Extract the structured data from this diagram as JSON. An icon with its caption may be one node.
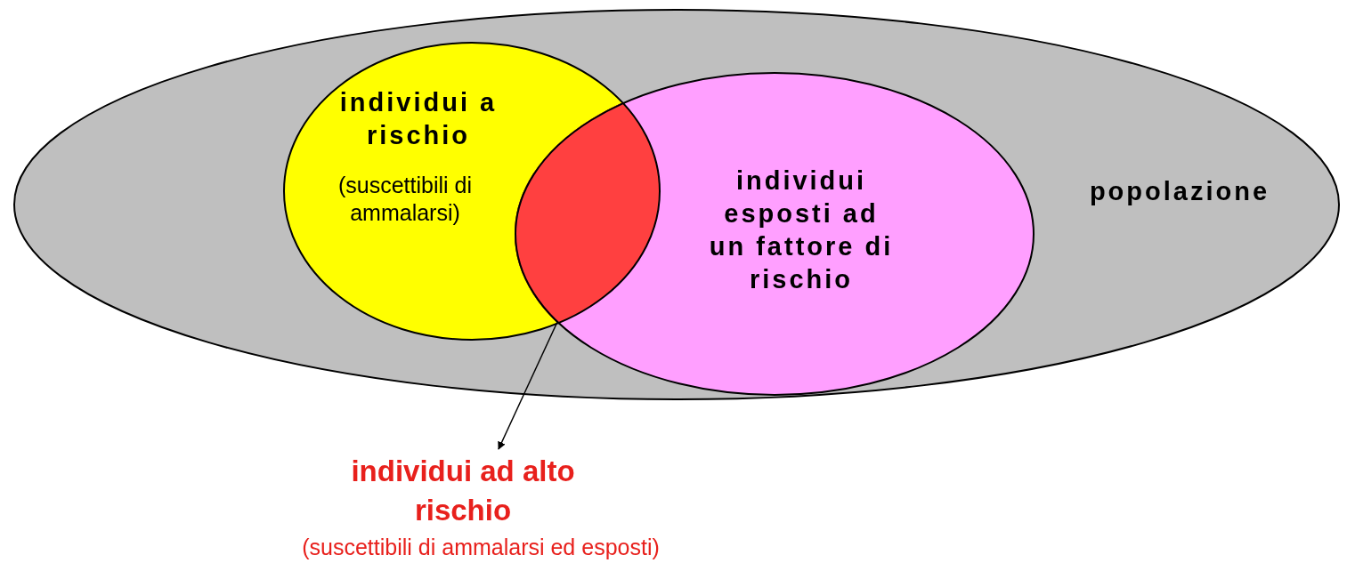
{
  "diagram": {
    "nodes": [
      {
        "text": [
          "popolazione"
        ]
      },
      {
        "text": [
          "individui a rischio",
          "(suscettibili di ammalarsi)"
        ],
        "in": 0
      },
      {
        "text": [
          "individui esposti ad un fattore di rischio"
        ],
        "in": 0
      },
      {
        "text": [],
        "shape": "lens",
        "in": 0
      },
      {
        "text": [
          "individui ad alto rischio",
          "(suscettibili di ammalarsi ed esposti)"
        ]
      }
    ],
    "edges": [
      {
        "from": 3,
        "to": 4,
        "arrow": "to"
      }
    ]
  }
}
